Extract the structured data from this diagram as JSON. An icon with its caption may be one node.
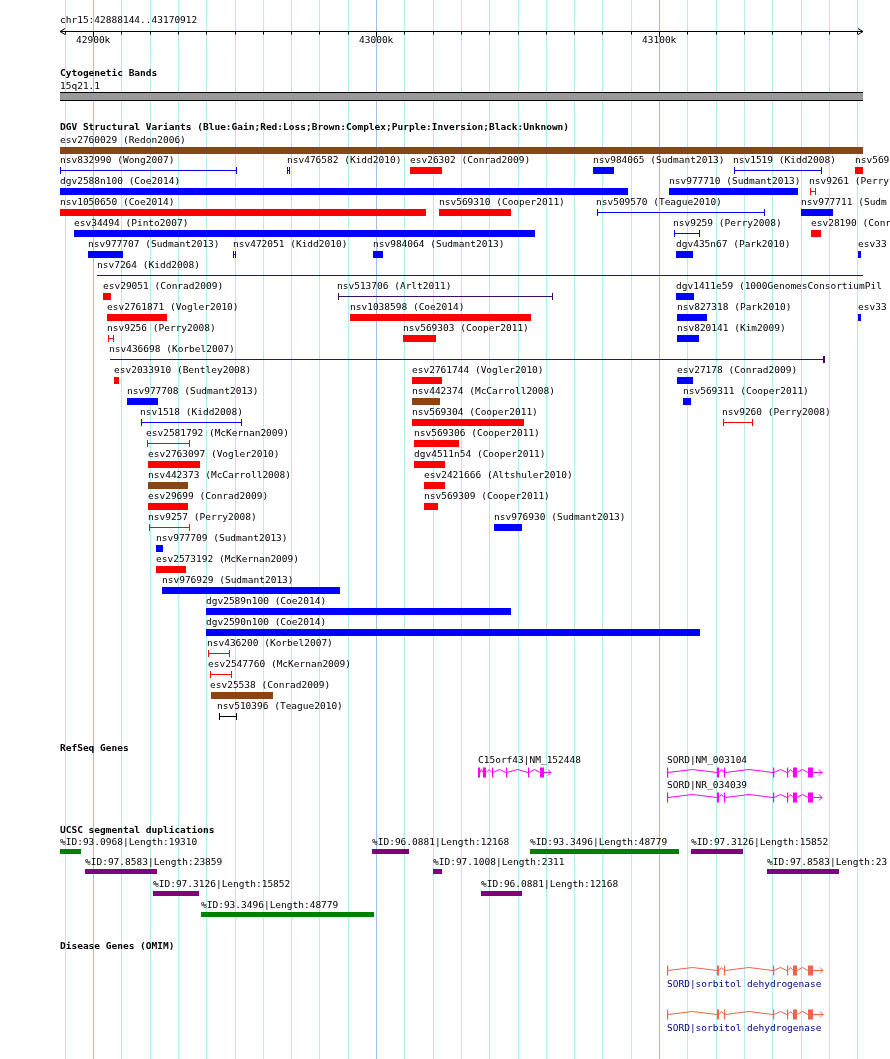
{
  "diagram": {
    "nodes": [
      {
        "text": [
          "15q21.1"
        ]
      },
      {
        "text": [
          "esv2760029 (Redon2006)"
        ]
      },
      {
        "text": [
          "nsv832990 (Wong2007)"
        ]
      },
      {
        "text": [
          "nsv476582 (Kidd2010)"
        ]
      },
      {
        "text": [
          "esv26302 (Conrad2009)"
        ]
      },
      {
        "text": [
          "nsv984065 (Sudmant2013)"
        ]
      },
      {
        "text": [
          "nsv1519 (Kidd2008)"
        ]
      },
      {
        "text": [
          "nsv569"
        ]
      },
      {
        "text": [
          "dgv2588n100 (Coe2014)"
        ]
      },
      {
        "text": [
          "nsv977710 (Sudmant2013)"
        ]
      },
      {
        "text": [
          "nsv9261 (Perry"
        ]
      },
      {
        "text": [
          "nsv1050650 (Coe2014)"
        ]
      },
      {
        "text": [
          "nsv569310 (Cooper2011)"
        ]
      },
      {
        "text": [
          "nsv509570 (Teague2010)"
        ]
      },
      {
        "text": [
          "nsv977711 (Sudm"
        ]
      },
      {
        "text": [
          "esv34494 (Pinto2007)"
        ]
      },
      {
        "text": [
          "nsv9259 (Perry2008)"
        ]
      },
      {
        "text": [
          "esv28190 (Conr"
        ]
      },
      {
        "text": [
          "nsv977707 (Sudmant2013)"
        ]
      },
      {
        "text": [
          "nsv472051 (Kidd2010)"
        ]
      },
      {
        "text": [
          "nsv984064 (Sudmant2013)"
        ]
      },
      {
        "text": [
          "dgv435n67 (Park2010)"
        ]
      },
      {
        "text": [
          "esv33"
        ]
      },
      {
        "text": [
          "nsv7264 (Kidd2008)"
        ]
      },
      {
        "text": [
          "esv29051 (Conrad2009)"
        ]
      },
      {
        "text": [
          "nsv513706 (Arlt2011)"
        ]
      },
      {
        "text": [
          "dgv1411e59 (1000GenomesConsortiumPil"
        ]
      },
      {
        "text": [
          "esv2761871 (Vogler2010)"
        ]
      },
      {
        "text": [
          "nsv1038598 (Coe2014)"
        ]
      },
      {
        "text": [
          "nsv827318 (Park2010)"
        ]
      },
      {
        "text": [
          "esv33"
        ]
      },
      {
        "text": [
          "nsv9256 (Perry2008)"
        ]
      },
      {
        "text": [
          "nsv569303 (Cooper2011)"
        ]
      },
      {
        "text": [
          "nsv820141 (Kim2009)"
        ]
      },
      {
        "text": [
          "nsv436698 (Korbel2007)"
        ]
      },
      {
        "text": [
          "esv2033910 (Bentley2008)"
        ]
      },
      {
        "text": [
          "esv2761744 (Vogler2010)"
        ]
      },
      {
        "text": [
          "esv27178 (Conrad2009)"
        ]
      },
      {
        "text": [
          "nsv977708 (Sudmant2013)"
        ]
      },
      {
        "text": [
          "nsv442374 (McCarroll2008)"
        ]
      },
      {
        "text": [
          "nsv569311 (Cooper2011)"
        ]
      },
      {
        "text": [
          "nsv1518 (Kidd2008)"
        ]
      },
      {
        "text": [
          "nsv569304 (Cooper2011)"
        ]
      },
      {
        "text": [
          "nsv9260 (Perry2008)"
        ]
      },
      {
        "text": [
          "esv2581792 (McKernan2009)"
        ]
      },
      {
        "text": [
          "nsv569306 (Cooper2011)"
        ]
      },
      {
        "text": [
          "esv2763097 (Vogler2010)"
        ]
      },
      {
        "text": [
          "dgv4511n54 (Cooper2011)"
        ]
      },
      {
        "text": [
          "nsv442373 (McCarroll2008)"
        ]
      },
      {
        "text": [
          "esv2421666 (Altshuler2010)"
        ]
      },
      {
        "text": [
          "esv29699 (Conrad2009)"
        ]
      },
      {
        "text": [
          "nsv569309 (Cooper2011)"
        ]
      },
      {
        "text": [
          "nsv9257 (Perry2008)"
        ]
      },
      {
        "text": [
          "nsv976930 (Sudmant2013)"
        ]
      },
      {
        "text": [
          "nsv977709 (Sudmant2013)"
        ]
      },
      {
        "text": [
          "esv2573192 (McKernan2009)"
        ]
      },
      {
        "text": [
          "nsv976929 (Sudmant2013)"
        ]
      },
      {
        "text": [
          "dgv2589n100 (Coe2014)"
        ]
      },
      {
        "text": [
          "dgv2590n100 (Coe2014)"
        ]
      },
      {
        "text": [
          "nsv436200 (Korbel2007)"
        ]
      },
      {
        "text": [
          "esv2547760 (McKernan2009)"
        ]
      },
      {
        "text": [
          "esv25538 (Conrad2009)"
        ]
      },
      {
        "text": [
          "nsv510396 (Teague2010)"
        ]
      },
      {
        "text": [
          "C15orf43|NM_152448"
        ]
      },
      {
        "text": [
          "SORD|NM_003104"
        ]
      },
      {
        "text": [
          "SORD|NR_034039"
        ]
      },
      {
        "text": [
          "%ID:93.0968|Length:19310"
        ]
      },
      {
        "text": [
          "%ID:96.0881|Length:12168"
        ]
      },
      {
        "text": [
          "%ID:93.3496|Length:48779"
        ]
      },
      {
        "text": [
          "%ID:97.3126|Length:15852"
        ]
      },
      {
        "text": [
          "%ID:97.8583|Length:23859"
        ]
      },
      {
        "text": [
          "%ID:97.1008|Length:2311"
        ]
      },
      {
        "text": [
          "%ID:97.8583|Length:23"
        ]
      },
      {
        "text": [
          "%ID:97.3126|Length:15852"
        ]
      },
      {
        "text": [
          "%ID:96.0881|Length:12168"
        ]
      },
      {
        "text": [
          "%ID:93.3496|Length:48779"
        ]
      },
      {
        "text": [
          "SORD|sorbitol dehydrogenase"
        ]
      },
      {
        "text": [
          "SORD|sorbitol dehydrogenase"
        ]
      }
    ],
    "labels": [
      "chr15:42888144..43170912",
      "42900k",
      "43000k",
      "43100k",
      "Cytogenetic Bands",
      "DGV Structural Variants (Blue:Gain;Red:Loss;Brown:Complex;Purple:Inversion;Black:Unknown)",
      "RefSeq Genes",
      "UCSC segmental duplications",
      "Disease Genes (OMIM)"
    ]
  }
}
